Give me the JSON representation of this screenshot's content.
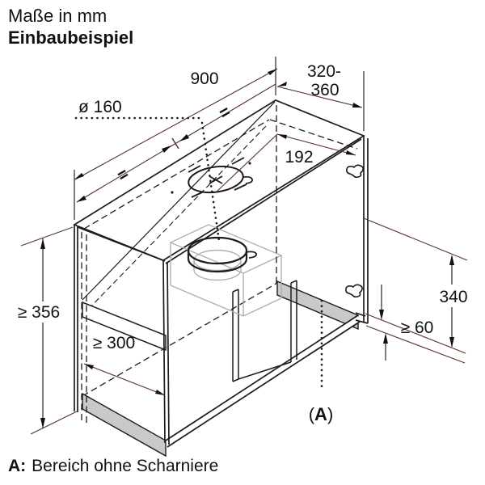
{
  "page": {
    "background": "#ffffff"
  },
  "header": {
    "units_note": "Maße in mm",
    "title": "Einbaubeispiel"
  },
  "dimensions": {
    "width": "900",
    "depth_range_line1": "320-",
    "depth_range_line2": "360",
    "duct_diameter": "ø 160",
    "hole_offset": "192",
    "min_height_left": "≥ 356",
    "min_shelf_depth": "≥ 300",
    "niche_height": "340",
    "min_bottom_clearance": "≥ 60",
    "equals_mark": "="
  },
  "area_marker": {
    "label_open": "(",
    "label_letter": "A",
    "label_close": ")"
  },
  "footnote": {
    "prefix": "A:",
    "text": "Bereich ohne Scharniere"
  },
  "colors": {
    "line": "#1c1c1c",
    "dim_line": "#5c332c",
    "shaded_area": "#c9c9c9",
    "ghost": "#b0b0b0"
  }
}
